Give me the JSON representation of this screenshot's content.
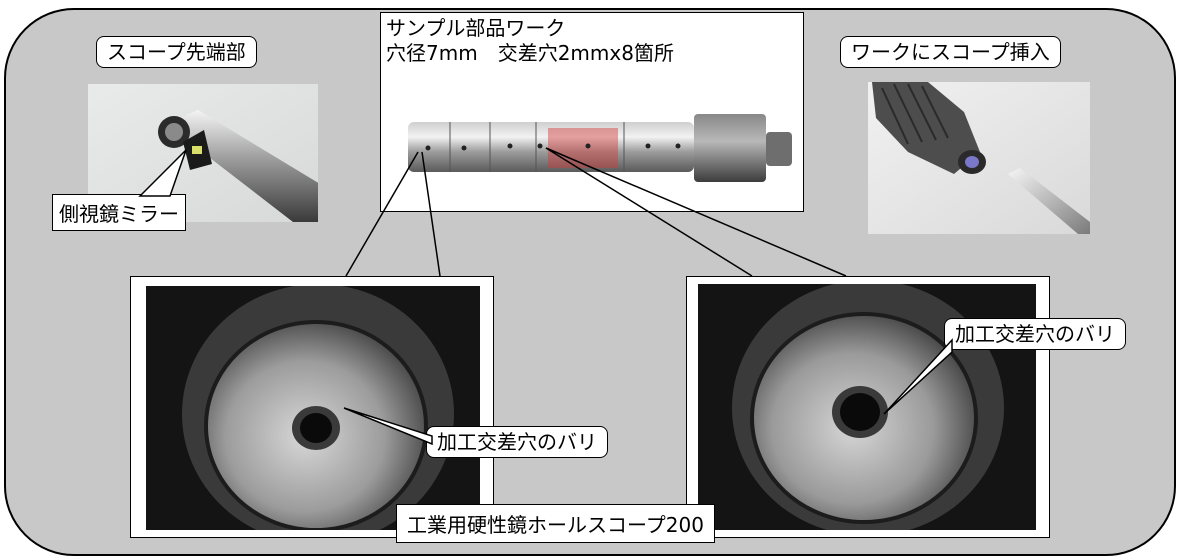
{
  "labels": {
    "scope_tip": "スコープ先端部",
    "side_mirror": "側視鏡ミラー",
    "sample_title_1": "サンプル部品ワーク",
    "sample_title_2": "穴径7mm　交差穴2mmx8箇所",
    "insert": "ワークにスコープ挿入",
    "burr_left": "加工交差穴のバリ",
    "burr_right": "加工交差穴のバリ",
    "product": "工業用硬性鏡ホールスコープ200"
  },
  "colors": {
    "panel": "#c8c8c8",
    "border": "#000000",
    "label_bg": "#ffffff"
  }
}
